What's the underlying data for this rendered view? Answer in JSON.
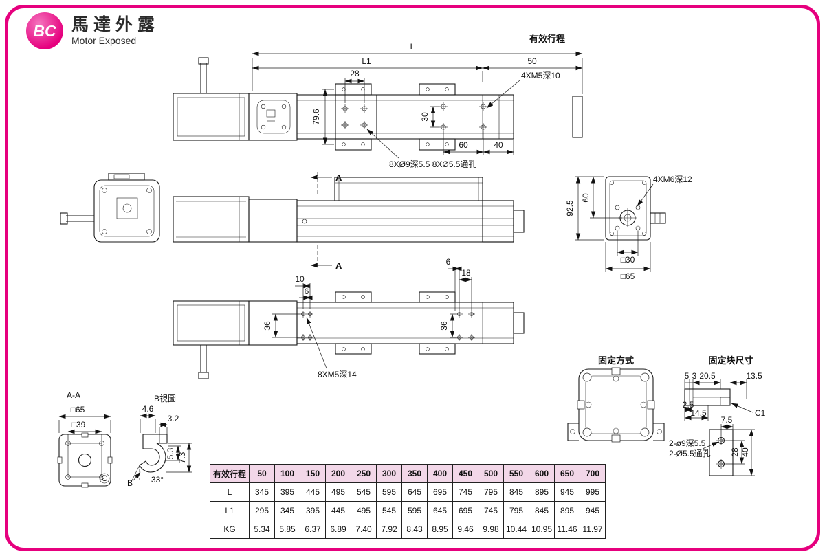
{
  "header": {
    "badge": "BC",
    "title_zh": "馬達外露",
    "title_en": "Motor Exposed"
  },
  "colors": {
    "accent": "#e6007e",
    "table_header_bg": "#f2d7e8",
    "line": "#1a1a1a"
  },
  "plan_view": {
    "dim_L": "L",
    "dim_L1": "L1",
    "dim_50": "50",
    "stroke_label": "有效行程",
    "dim_28": "28",
    "dim_79_6": "79.6",
    "dim_30": "30",
    "dim_60": "60",
    "dim_40": "40",
    "note_4xm5": "4XM5深10",
    "note_8x": "8XØ9深5.5  8XØ5.5通孔"
  },
  "side_view": {
    "section_label": "A"
  },
  "end_view": {
    "dim_92_5": "92.5",
    "dim_60": "60",
    "note_4xm6": "4XM6深12",
    "dim_sq30": "□30",
    "dim_sq65": "□65"
  },
  "bottom_view": {
    "dim_10": "10",
    "dim_6_left": "6",
    "dim_36_left": "36",
    "dim_6_right": "6",
    "dim_18": "18",
    "dim_36_right": "36",
    "note_8xm5": "8XM5深14"
  },
  "section_aa": {
    "label": "A-A",
    "dim_sq65": "□65",
    "dim_sq39": "□39",
    "label_c": "C"
  },
  "view_b": {
    "label": "B視圖",
    "dim_4_6": "4.6",
    "dim_3_2": "3.2",
    "dim_5_3": "5.3",
    "dim_7_3": "7.3",
    "dim_33": "33°",
    "label_b": "B"
  },
  "mounting": {
    "title": "固定方式"
  },
  "block": {
    "title": "固定块尺寸",
    "dim_5": "5",
    "dim_3": "3",
    "dim_20_5": "20.5",
    "dim_13_5": "13.5",
    "dim_2_5": "2.5",
    "dim_14_5": "14.5",
    "label_c1": "C1",
    "dim_7_5": "7.5",
    "note_hole_1": "2-ø9深5.5",
    "note_hole_2": "2-Ø5.5通孔",
    "dim_28": "28",
    "dim_40": "40"
  },
  "table": {
    "columns": [
      "有效行程",
      "50",
      "100",
      "150",
      "200",
      "250",
      "300",
      "350",
      "400",
      "450",
      "500",
      "550",
      "600",
      "650",
      "700"
    ],
    "rows": [
      {
        "label": "L",
        "values": [
          "345",
          "395",
          "445",
          "495",
          "545",
          "595",
          "645",
          "695",
          "745",
          "795",
          "845",
          "895",
          "945",
          "995"
        ]
      },
      {
        "label": "L1",
        "values": [
          "295",
          "345",
          "395",
          "445",
          "495",
          "545",
          "595",
          "645",
          "695",
          "745",
          "795",
          "845",
          "895",
          "945"
        ]
      },
      {
        "label": "KG",
        "values": [
          "5.34",
          "5.85",
          "6.37",
          "6.89",
          "7.40",
          "7.92",
          "8.43",
          "8.95",
          "9.46",
          "9.98",
          "10.44",
          "10.95",
          "11.46",
          "11.97"
        ]
      }
    ]
  }
}
